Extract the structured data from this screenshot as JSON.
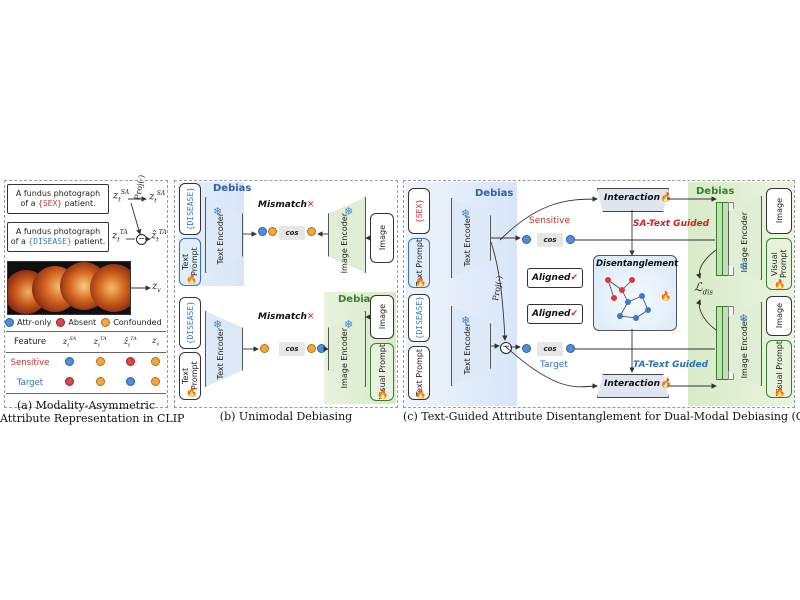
{
  "panel_a": {
    "prompt_sex_line1": "A fundus photograph",
    "prompt_sex_line2_pre": "of a ",
    "prompt_sex_tag": "{SEX}",
    "prompt_sex_line2_post": " patient.",
    "prompt_dis_line1": "A fundus photograph",
    "prompt_dis_line2_pre": "of a ",
    "prompt_dis_tag": "{DISEASE}",
    "prompt_dis_line2_post": " patient.",
    "z_sa": "z",
    "z_sa_sub": "t",
    "z_sa_sup": "SA",
    "z_ta": "z",
    "z_ta_sub": "t",
    "z_ta_sup": "TA",
    "proj_label": "Proj(·)",
    "out_sa": "z",
    "out_sa_sub": "t",
    "out_sa_sup": "SA",
    "out_ta": "ẑ",
    "out_ta_sub": "t",
    "out_ta_sup": "TA",
    "z_v": "z",
    "z_v_sub": "v",
    "legend": {
      "attr_only": "Attr-only",
      "absent": "Absent",
      "confounded": "Confounded"
    },
    "table": {
      "header": [
        "Feature",
        "z_t^SA",
        "z_t^TA",
        "ẑ_t^TA",
        "z_v"
      ],
      "rows": [
        {
          "label": "Sensitive",
          "cells": [
            "blue",
            "orange",
            "red",
            "orange"
          ]
        },
        {
          "label": "Target",
          "cells": [
            "red",
            "orange",
            "blue",
            "orange"
          ]
        }
      ]
    },
    "caption_line1": "(a) Modality-Asymmetric",
    "caption_line2": "Attribute Representation in CLIP"
  },
  "panel_b": {
    "debias_label": "Debias",
    "disease_tag": "{DISEASE}",
    "text_prompt": "Text Prompt",
    "text_encoder": "Text Encoder",
    "image_encoder": "Image Encoder",
    "image": "Image",
    "visual_prompt": "Visual Prompt",
    "mismatch": "Mismatch",
    "cos": "cos",
    "caption": "(b) Unimodal Debiasing"
  },
  "panel_c": {
    "debias_label": "Debias",
    "sex_tag": "{SEX}",
    "disease_tag": "{DISEASE}",
    "text_prompt": "Text Prompt",
    "text_encoder": "Text Encoder",
    "image_encoder": "Image Encoder",
    "image": "Image",
    "visual_prompt": "Visual Prompt",
    "sensitive": "Sensitive",
    "target": "Target",
    "aligned": "Aligned",
    "cos": "cos",
    "proj": "Proj(·)",
    "interaction": "Interaction",
    "disentanglement": "Disentanglement",
    "sa_guided": "SA-Text Guided",
    "ta_guided": "TA-Text Guided",
    "l_dis": "ℒ",
    "l_dis_sub": "dis",
    "caption": "(c) Text-Guided Attribute Disentanglement for Dual-Modal Debiasing (Ours)"
  }
}
